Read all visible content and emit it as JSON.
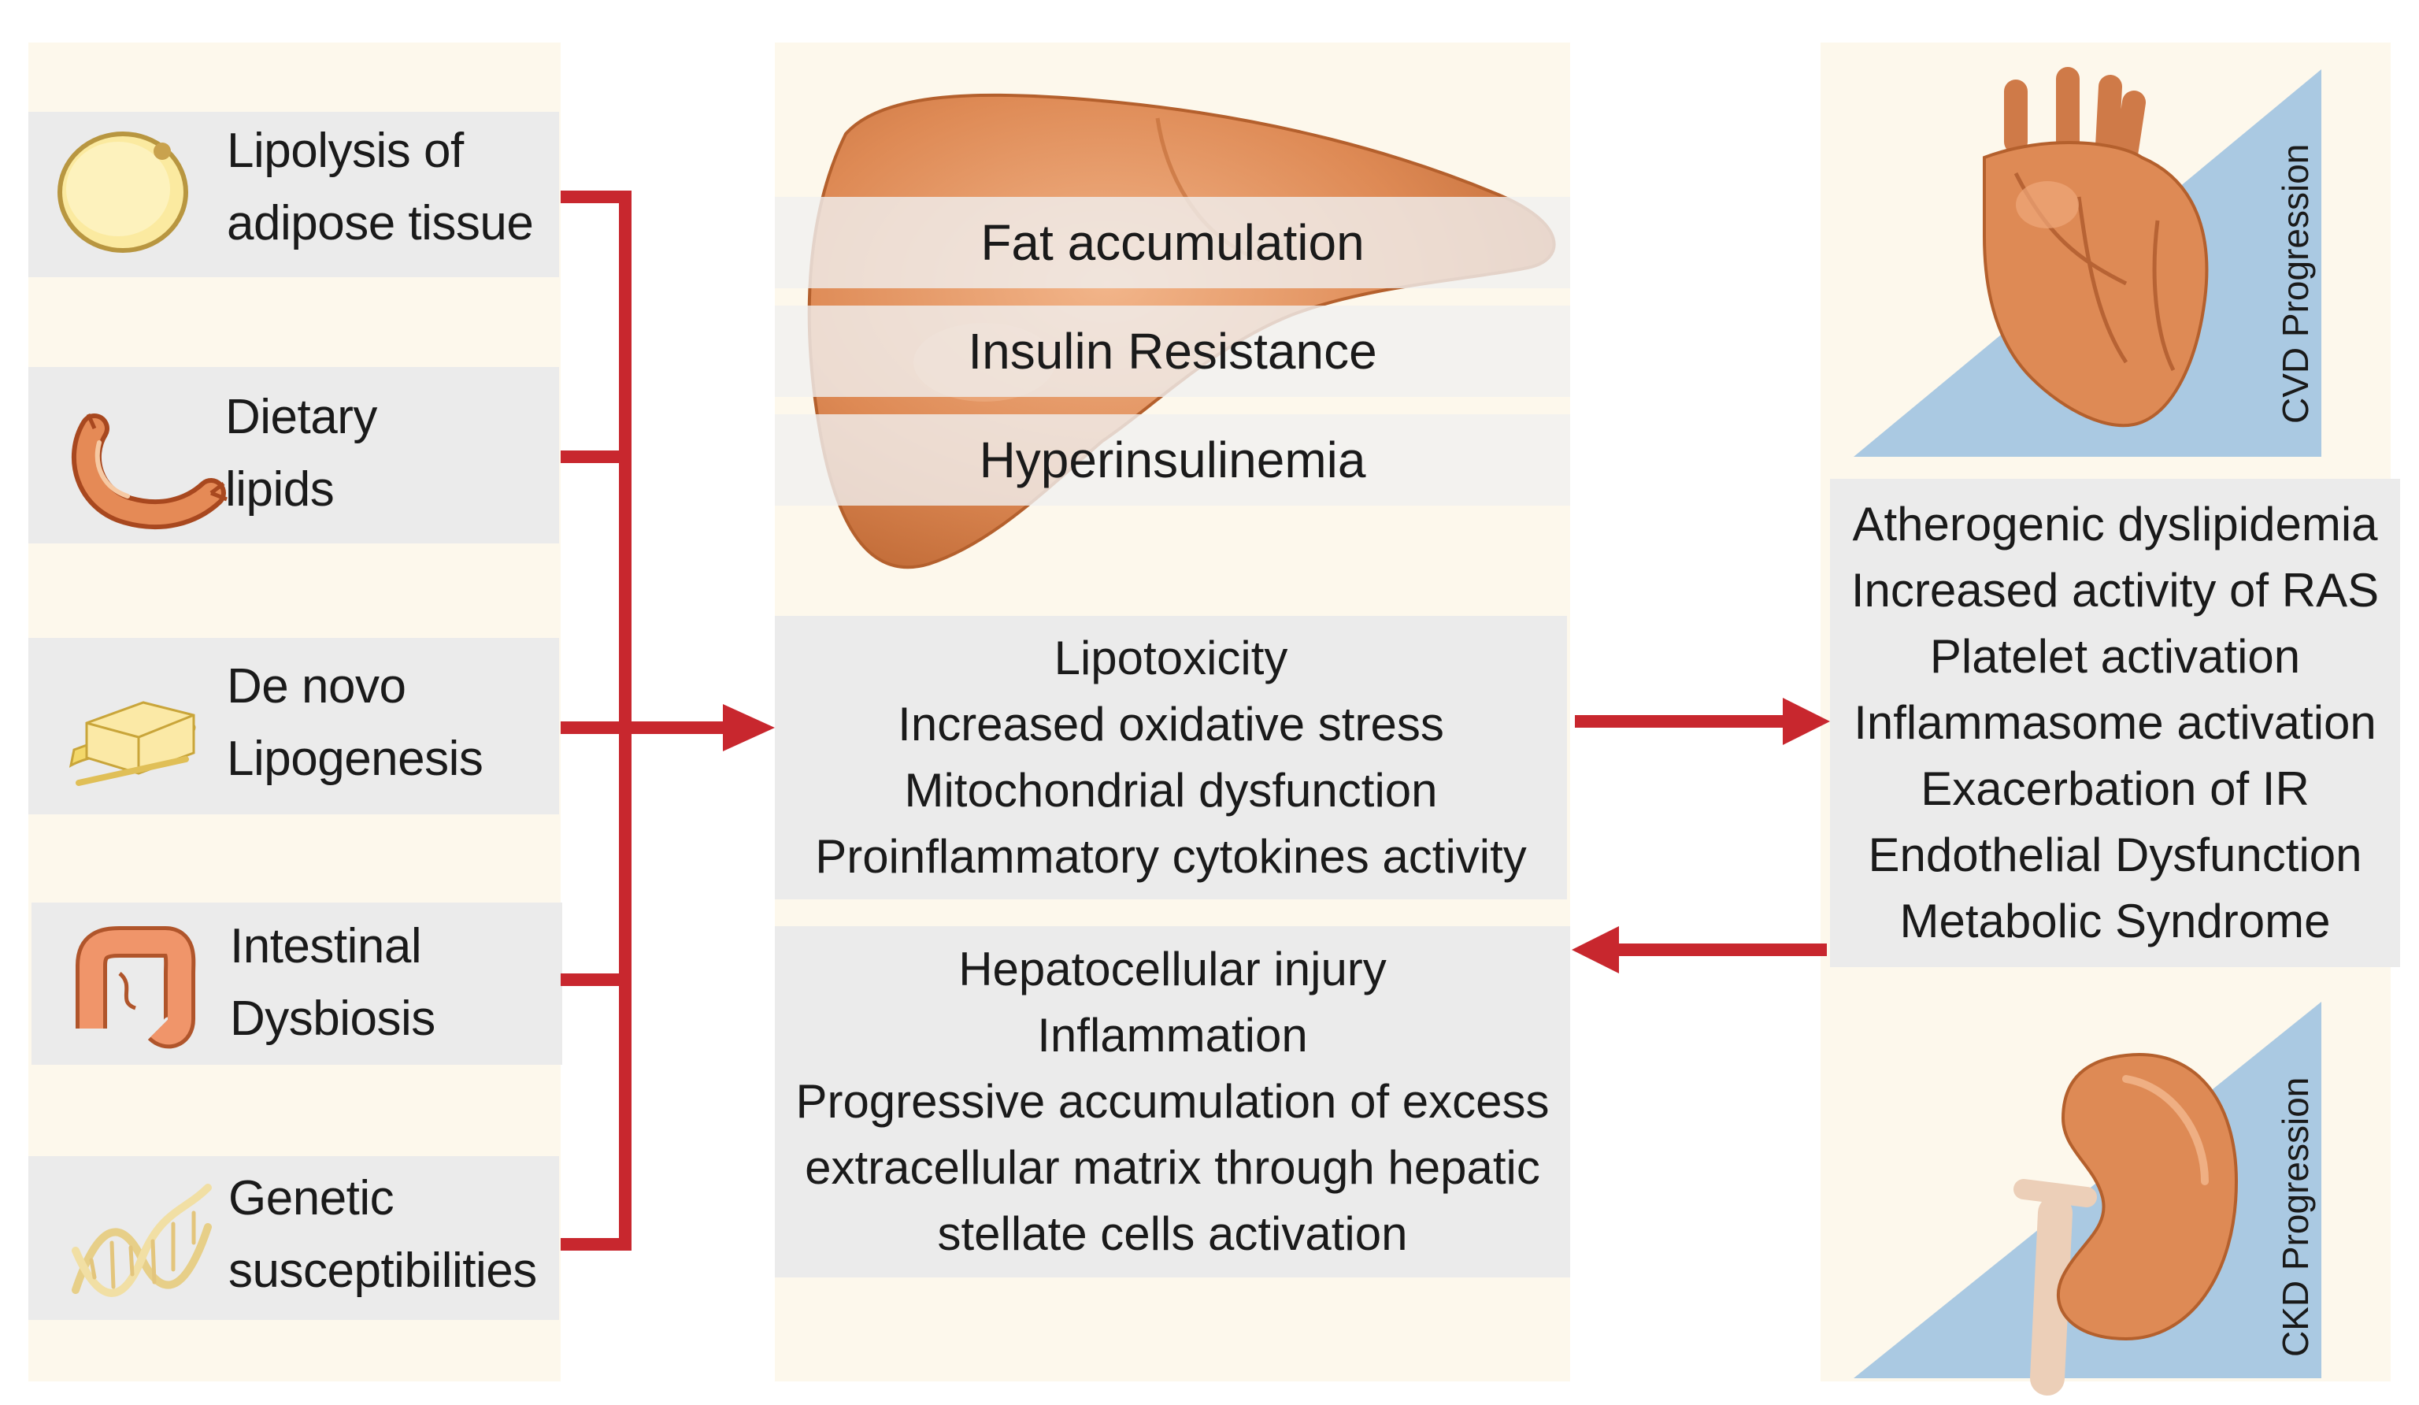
{
  "sources": [
    {
      "line1": "Lipolysis of",
      "line2": "adipose tissue",
      "icon": "fat-cell-icon"
    },
    {
      "line1": "Dietary",
      "line2": "lipids",
      "icon": "sausage-icon"
    },
    {
      "line1": "De novo",
      "line2": "Lipogenesis",
      "icon": "butter-icon"
    },
    {
      "line1": "Intestinal",
      "line2": "Dysbiosis",
      "icon": "intestine-icon"
    },
    {
      "line1": "Genetic",
      "line2": "susceptibilities",
      "icon": "dna-icon"
    }
  ],
  "liver": {
    "bands": [
      "Fat accumulation",
      "Insulin Resistance",
      "Hyperinsulinemia"
    ]
  },
  "middle_box1": [
    "Lipotoxicity",
    "Increased oxidative stress",
    "Mitochondrial dysfunction",
    "Proinflammatory cytokines activity"
  ],
  "middle_box2": [
    "Hepatocellular injury",
    "Inflammation",
    "Progressive accumulation of excess",
    "extracellular matrix through hepatic",
    "stellate cells activation"
  ],
  "right_box": [
    "Atherogenic dyslipidemia",
    "Increased activity of RAS",
    "Platelet activation",
    "Inflammasome activation",
    "Exacerbation of IR",
    "Endothelial Dysfunction",
    "Metabolic Syndrome"
  ],
  "cvd_label": "CVD Progression",
  "ckd_label": "CKD Progression",
  "colors": {
    "arrow": "#c8272e",
    "column_bg": "#fdf8ec",
    "box_bg": "#ebebeb",
    "triangle": "#aac9e2",
    "organ": "#de8a55"
  }
}
